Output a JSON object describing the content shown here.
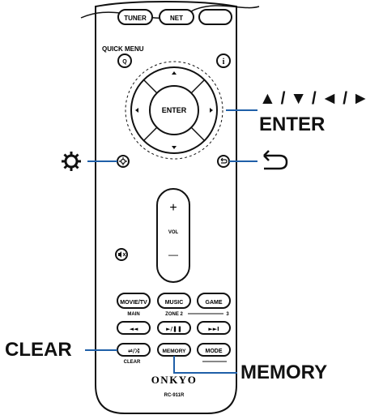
{
  "remote": {
    "top_buttons": [
      "TUNER",
      "NET",
      ""
    ],
    "quick_menu_label": "QUICK MENU",
    "q_button": "Q",
    "info_button": "i",
    "enter_button": "ENTER",
    "vol_plus": "+",
    "vol_label": "VOL",
    "vol_minus": "—",
    "mode_buttons": [
      "MOVIE/TV",
      "MUSIC",
      "GAME"
    ],
    "main_label": "MAIN",
    "zone2_label": "ZONE 2",
    "zone_3_label": "3",
    "transport_buttons": [
      "◄◄",
      "►/❚❚",
      "►►I"
    ],
    "repeat_button": "⇌/⤨",
    "memory_button": "MEMORY",
    "mode_button": "MODE",
    "clear_label": "CLEAR",
    "brand": "ONKYO",
    "model": "RC-911R"
  },
  "callouts": {
    "arrows": "▲ / ▼ / ◄ / ►",
    "enter": "ENTER",
    "setup_icon": "gear-icon",
    "return_icon": "return-arrow-icon",
    "clear": "CLEAR",
    "memory": "MEMORY"
  },
  "colors": {
    "leader_line": "#1f5fa8",
    "remote_outline": "#111111",
    "remote_fill": "#ffffff"
  }
}
